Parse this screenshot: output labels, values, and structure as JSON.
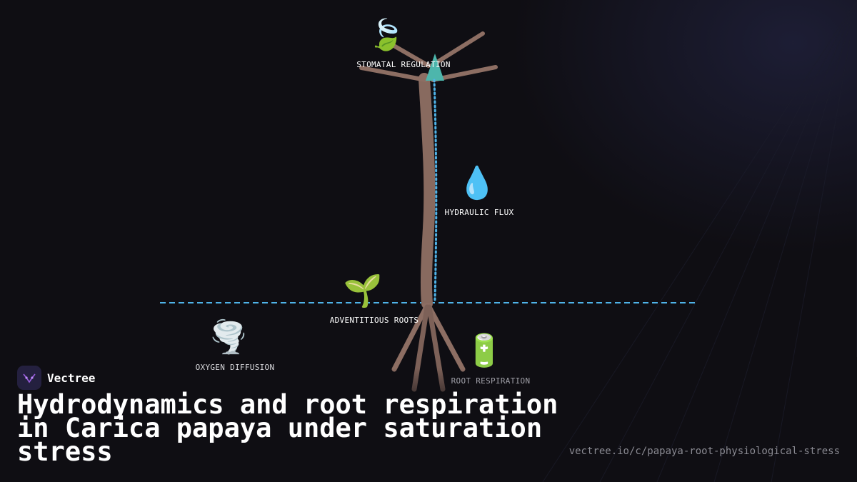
{
  "brand": {
    "name": "Vectree"
  },
  "title": "Hydrodynamics and root respiration in Carica papaya under saturation stress",
  "url": "vectree.io/c/papaya-root-physiological-stress",
  "colors": {
    "background": "#0f0e13",
    "trunk": "#8d6e63",
    "water_line": "#4fb3e8",
    "canopy_marker": "#4db6ac",
    "dim_label": "#a0a0a8"
  },
  "nodes": [
    {
      "id": "stomatal",
      "label": "STOMATAL REGULATION",
      "icon": "leaf-wind-icon",
      "glyph": "🍃"
    },
    {
      "id": "hydraulic",
      "label": "HYDRAULIC FLUX",
      "icon": "droplet-icon",
      "glyph": "💧"
    },
    {
      "id": "adventitious",
      "label": "ADVENTITIOUS ROOTS",
      "icon": "seedling-icon",
      "glyph": "🌱"
    },
    {
      "id": "oxygen",
      "label": "OXYGEN DIFFUSION",
      "icon": "tornado-icon",
      "glyph": "🌪️"
    },
    {
      "id": "respiration",
      "label": "ROOT RESPIRATION",
      "icon": "battery-icon",
      "glyph": "🔋"
    }
  ]
}
